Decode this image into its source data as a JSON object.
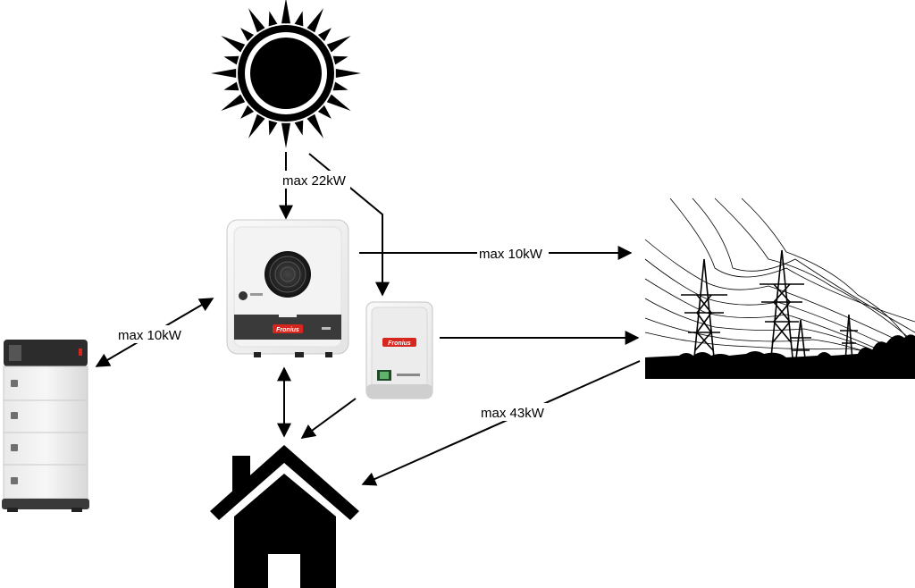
{
  "nodes": [
    {
      "id": "sun",
      "icon": "sun-icon"
    },
    {
      "id": "hybrid_inverter",
      "icon": "hybrid-inverter-icon"
    },
    {
      "id": "string_inverter",
      "icon": "string-inverter-icon"
    },
    {
      "id": "battery",
      "icon": "battery-storage-icon"
    },
    {
      "id": "house",
      "icon": "house-icon"
    },
    {
      "id": "grid",
      "icon": "power-grid-icon"
    }
  ],
  "edges": [
    {
      "from": "sun",
      "to": "hybrid_inverter",
      "label": "max 22kW"
    },
    {
      "from": "sun",
      "to": "string_inverter",
      "label": ""
    },
    {
      "from": "hybrid_inverter",
      "to": "grid",
      "label": "max 10kW"
    },
    {
      "from": "hybrid_inverter",
      "to": "battery",
      "label": "max 10kW",
      "bidirectional": true
    },
    {
      "from": "hybrid_inverter",
      "to": "house",
      "label": "",
      "bidirectional": true
    },
    {
      "from": "string_inverter",
      "to": "grid",
      "label": ""
    },
    {
      "from": "string_inverter",
      "to": "house",
      "label": ""
    },
    {
      "from": "grid",
      "to": "house",
      "label": "max 43kW"
    }
  ],
  "device_branding": {
    "hybrid_inverter": "Fronius",
    "string_inverter": "Fronius"
  },
  "colors": {
    "line": "#000000",
    "background": "#ffffff",
    "accent": "#d7261e"
  }
}
